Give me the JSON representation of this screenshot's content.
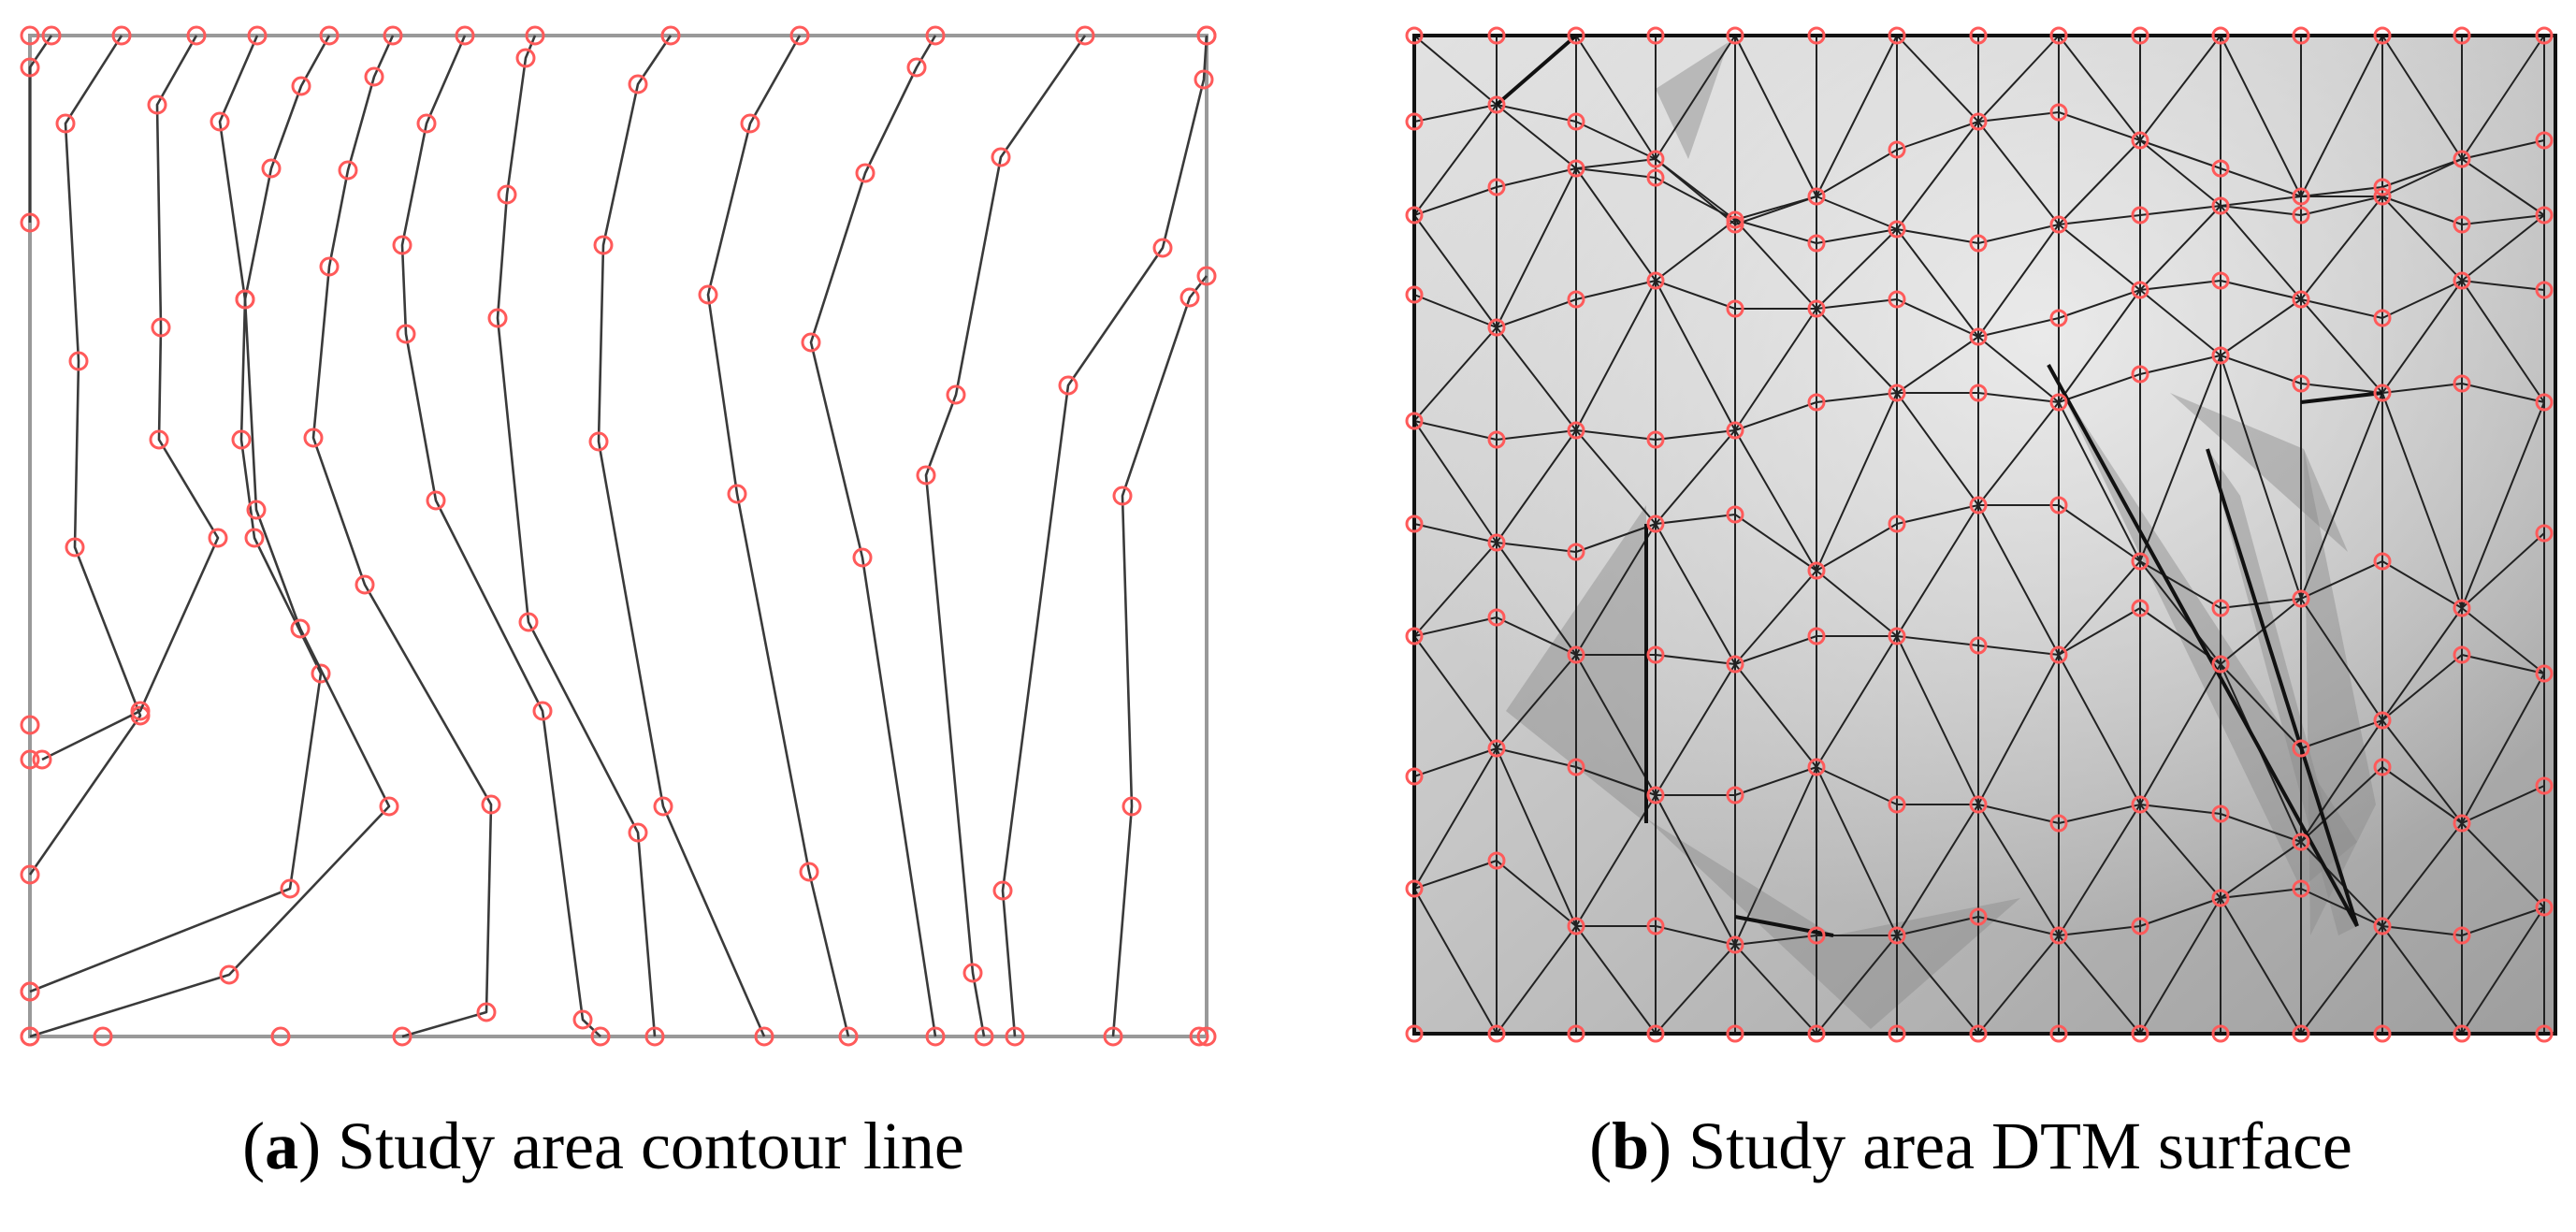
{
  "figure": {
    "panel_a": {
      "letter": "a",
      "caption": "Study area contour line"
    },
    "panel_b": {
      "letter": "b",
      "caption": "Study area DTM surface"
    }
  },
  "colors": {
    "contour_line": "#3a3a3a",
    "frame": "#999999",
    "vertex_marker": "#ff5a5a",
    "tin_edge": "#222222",
    "surface_light": "#e2e2e2",
    "surface_mid": "#c4c4c4",
    "surface_dark": "#9e9e9e"
  }
}
